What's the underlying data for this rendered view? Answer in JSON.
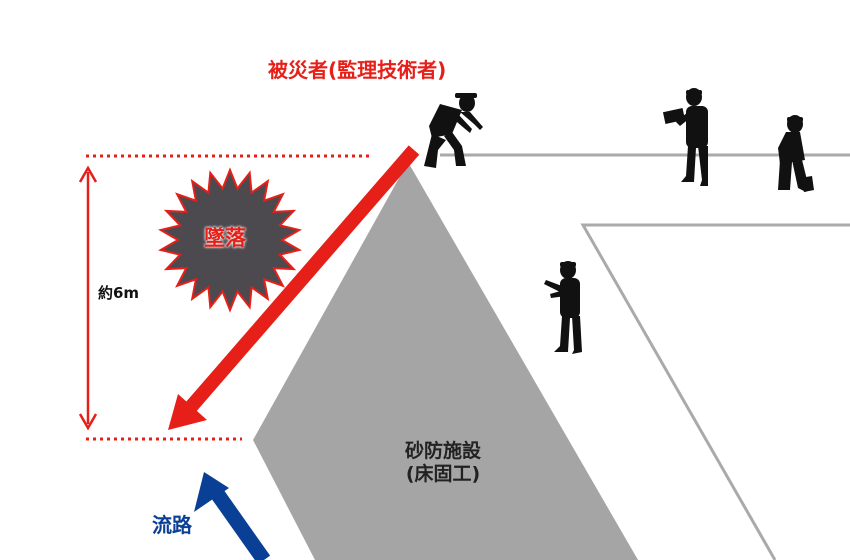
{
  "labels": {
    "victim": "被災者(監理技術者)",
    "fall": "墜落",
    "height": "約6m",
    "facility_line1": "砂防施設",
    "facility_line2": "(床固工)",
    "stream": "流路"
  },
  "colors": {
    "accent_red": "#e61f19",
    "stream_blue": "#0a3f96",
    "structure_gray": "#a5a5a5",
    "edge_gray": "#aaaaaa",
    "burst_fill": "#4d4a4f",
    "silhouette": "#111111"
  },
  "icons": {
    "victim": "crouching-worker-silhouette",
    "inspector": "worker-with-clipboard-silhouette",
    "shoveler": "worker-with-shovel-silhouette",
    "observer": "pointing-worker-silhouette",
    "fall_marker": "starburst-icon"
  }
}
